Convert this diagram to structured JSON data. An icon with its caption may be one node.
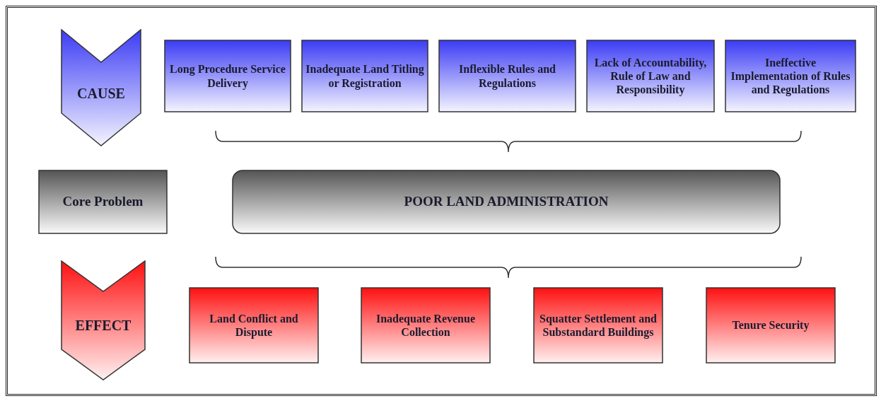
{
  "diagram": {
    "nodes": [
      {
        "text": [
          "CAUSE"
        ]
      },
      {
        "text": [
          "Long Procedure Service Delivery"
        ]
      },
      {
        "text": [
          "Inadequate Land Titling or Registration"
        ]
      },
      {
        "text": [
          "Inflexible Rules and Regulations"
        ]
      },
      {
        "text": [
          "Lack of Accountability, Rule of Law and Responsibility"
        ]
      },
      {
        "text": [
          "Ineffective Implementation of Rules and Regulations"
        ]
      },
      {
        "text": [
          "Core Problem"
        ]
      },
      {
        "text": [
          "POOR LAND ADMINISTRATION"
        ]
      },
      {
        "text": [
          "EFFECT"
        ]
      },
      {
        "text": [
          "Land Conflict and Dispute"
        ]
      },
      {
        "text": [
          "Inadequate Revenue Collection"
        ]
      },
      {
        "text": [
          "Squatter Settlement and Substandard Buildings"
        ]
      },
      {
        "text": [
          "Tenure Security"
        ]
      }
    ]
  }
}
